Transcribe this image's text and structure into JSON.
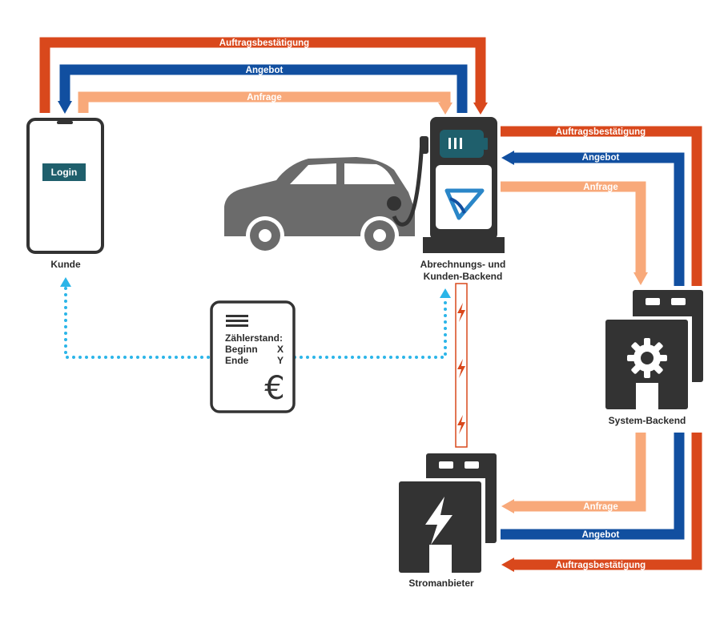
{
  "colors": {
    "auftrag": "#d9481c",
    "angebot": "#114fa0",
    "anfrage": "#f8a97a",
    "dotted": "#2bb5e8",
    "dark": "#333333",
    "teal": "#1f5f6c",
    "car": "#6b6b6b"
  },
  "flows": {
    "top": {
      "auftrag": "Auftragsbestätigung",
      "angebot": "Angebot",
      "anfrage": "Anfrage"
    },
    "right": {
      "auftrag": "Auftragsbestätigung",
      "angebot": "Angebot",
      "anfrage": "Anfrage"
    },
    "bottom": {
      "anfrage": "Anfrage",
      "angebot": "Angebot",
      "auftrag": "Auftragsbestätigung"
    }
  },
  "nodes": {
    "kunde": {
      "label": "Kunde",
      "button": "Login"
    },
    "charger": {
      "label_line1": "Abrechnungs- und",
      "label_line2": "Kunden-Backend"
    },
    "system": {
      "label": "System-Backend"
    },
    "strom": {
      "label": "Stromanbieter"
    }
  },
  "receipt": {
    "title": "Zählerstand:",
    "rows": [
      {
        "label": "Beginn",
        "value": "X"
      },
      {
        "label": "Ende",
        "value": "Y"
      }
    ],
    "currency": "€"
  },
  "icons": {
    "phone": "smartphone-icon",
    "car": "car-icon",
    "charger": "charging-station-icon",
    "battery": "battery-icon",
    "logo": "brand-logo-icon",
    "server": "server-icon",
    "gear": "gear-icon",
    "bolt": "lightning-bolt-icon",
    "receipt": "receipt-icon"
  }
}
